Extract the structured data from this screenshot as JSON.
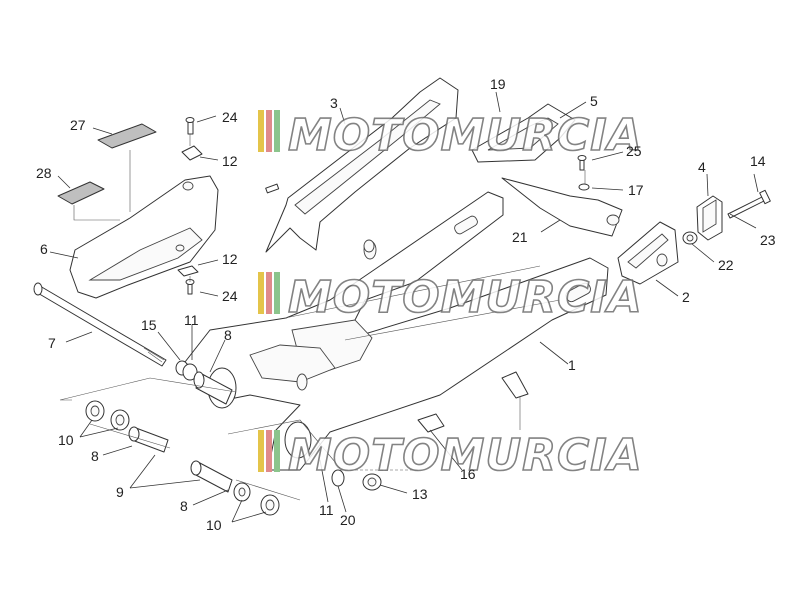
{
  "watermark": {
    "text": "MOTOMURCIA",
    "stripe_colors": [
      "#e4c44a",
      "#e08a8a",
      "#8cc48c"
    ]
  },
  "callouts": {
    "c1": "1",
    "c2": "2",
    "c3": "3",
    "c4": "4",
    "c5": "5",
    "c6": "6",
    "c7": "7",
    "c8a": "8",
    "c8b": "8",
    "c8c": "8",
    "c9": "9",
    "c10a": "10",
    "c10b": "10",
    "c11a": "11",
    "c11b": "11",
    "c12a": "12",
    "c12b": "12",
    "c13": "13",
    "c14": "14",
    "c15": "15",
    "c16": "16",
    "c17": "17",
    "c19": "19",
    "c20": "20",
    "c21": "21",
    "c22": "22",
    "c23": "23",
    "c24a": "24",
    "c24b": "24",
    "c25": "25",
    "c27": "27",
    "c28": "28"
  }
}
